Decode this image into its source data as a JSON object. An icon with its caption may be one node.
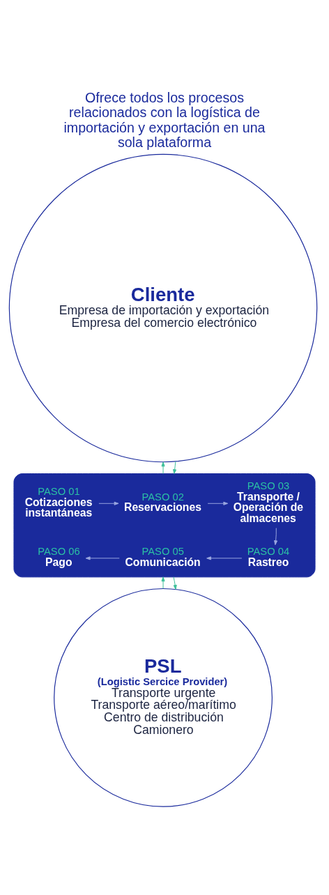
{
  "diagram": {
    "title": "Ofrece todos los procesos relacionados con la logística de importación y exportación en una sola plataforma",
    "nodes": [
      {
        "text": [
          "Cliente",
          "Empresa de importación y exportación",
          "Empresa del comercio electrónico"
        ]
      },
      {
        "text": [],
        "shape": "box"
      },
      {
        "text": [
          "PASO 01",
          "Cotizaciones instantáneas"
        ],
        "in": 1
      },
      {
        "text": [
          "PASO 02",
          "Reservaciones"
        ],
        "in": 1
      },
      {
        "text": [
          "PASO 03",
          "Transporte / Operación de almacenes"
        ],
        "in": 1
      },
      {
        "text": [
          "PASO 04",
          "Rastreo"
        ],
        "in": 1
      },
      {
        "text": [
          "PASO 05",
          "Comunicación"
        ],
        "in": 1
      },
      {
        "text": [
          "PASO 06",
          "Pago"
        ],
        "in": 1
      },
      {
        "text": [
          "PSL",
          "(Logistic Sercice Provider)",
          "Transporte urgente",
          "Transporte aéreo/marítimo",
          "Centro de distribución",
          "Camionero"
        ]
      }
    ],
    "edges": [
      {
        "from": 1,
        "to": 0,
        "arrow": "to",
        "color": "#3dbf9a"
      },
      {
        "from": 0,
        "to": 1,
        "arrow": "to",
        "color": "#3dbf9a"
      },
      {
        "from": 2,
        "to": 3,
        "arrow": "to"
      },
      {
        "from": 3,
        "to": 4,
        "arrow": "to"
      },
      {
        "from": 4,
        "to": 5,
        "arrow": "to"
      },
      {
        "from": 5,
        "to": 6,
        "arrow": "to"
      },
      {
        "from": 6,
        "to": 7,
        "arrow": "to"
      },
      {
        "from": 8,
        "to": 1,
        "arrow": "to",
        "color": "#3dbf9a"
      },
      {
        "from": 1,
        "to": 8,
        "arrow": "to",
        "color": "#3dbf9a"
      }
    ]
  }
}
